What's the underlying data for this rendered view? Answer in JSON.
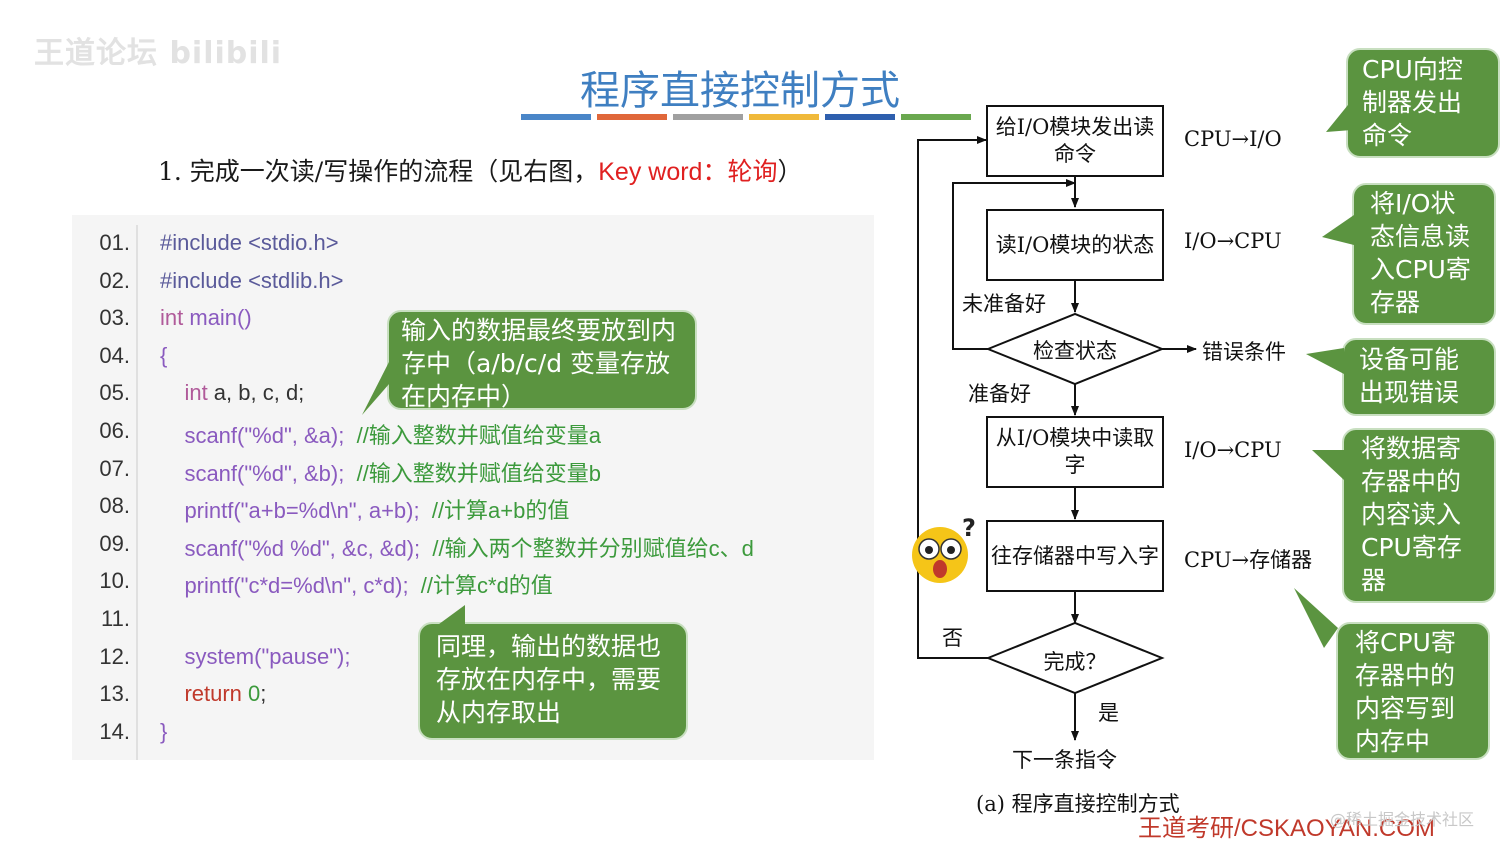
{
  "watermark": "王道论坛 bilibili",
  "title": "程序直接控制方式",
  "title_bar_colors": [
    "#4a86c8",
    "#e0673a",
    "#a0a0a0",
    "#f0b93a",
    "#2e5fae",
    "#6aa84f"
  ],
  "subtitle": {
    "prefix": "1. 完成一次读/写操作的流程（见右图，",
    "keyword": "Key word：轮询",
    "suffix": "）"
  },
  "code": {
    "lines": [
      {
        "num": "01.",
        "tokens": [
          {
            "t": "#include <stdio.h>",
            "c": "pp"
          }
        ]
      },
      {
        "num": "02.",
        "tokens": [
          {
            "t": "#include <stdlib.h>",
            "c": "pp"
          }
        ]
      },
      {
        "num": "03.",
        "tokens": [
          {
            "t": "int",
            "c": "kw"
          },
          {
            "t": " main()",
            "c": "fn"
          }
        ]
      },
      {
        "num": "04.",
        "tokens": [
          {
            "t": "{",
            "c": "fn"
          }
        ]
      },
      {
        "num": "05.",
        "tokens": [
          {
            "t": "    int",
            "c": "kw"
          },
          {
            "t": " a, b, c, d;",
            "c": "plain"
          }
        ]
      },
      {
        "num": "06.",
        "tokens": [
          {
            "t": "    scanf(\"%d\", &a);",
            "c": "fn"
          },
          {
            "t": "  //输入整数并赋值给变量a",
            "c": "cm"
          }
        ]
      },
      {
        "num": "07.",
        "tokens": [
          {
            "t": "    scanf(\"%d\", &b);",
            "c": "fn"
          },
          {
            "t": "  //输入整数并赋值给变量b",
            "c": "cm"
          }
        ]
      },
      {
        "num": "08.",
        "tokens": [
          {
            "t": "    printf(\"a+b=%d\\n\", a+b);",
            "c": "fn"
          },
          {
            "t": "  //计算a+b的值",
            "c": "cm"
          }
        ]
      },
      {
        "num": "09.",
        "tokens": [
          {
            "t": "    scanf(\"%d %d\", &c, &d);",
            "c": "fn"
          },
          {
            "t": "  //输入两个整数并分别赋值给c、d",
            "c": "cm"
          }
        ]
      },
      {
        "num": "10.",
        "tokens": [
          {
            "t": "    printf(\"c*d=%d\\n\", c*d);",
            "c": "fn"
          },
          {
            "t": "  //计算c*d的值",
            "c": "cm"
          }
        ]
      },
      {
        "num": "11.",
        "tokens": []
      },
      {
        "num": "12.",
        "tokens": [
          {
            "t": "    system(\"pause\");",
            "c": "fn"
          }
        ]
      },
      {
        "num": "13.",
        "tokens": [
          {
            "t": "    return",
            "c": "ret"
          },
          {
            "t": " 0",
            "c": "num"
          },
          {
            "t": ";",
            "c": "plain"
          }
        ]
      },
      {
        "num": "14.",
        "tokens": [
          {
            "t": "}",
            "c": "fn"
          }
        ]
      }
    ]
  },
  "callouts": {
    "input": "输入的数据最终要放到内存中（a/b/c/d 变量存放在内存中）",
    "output": "同理，输出的数据也存放在内存中，需要从内存取出",
    "cpu_cmd": "CPU向控制器发出命令",
    "read_status": "将I/O状态信息读入CPU寄存器",
    "error": "设备可能出现错误",
    "read_data": "将数据寄存器中的内容读入CPU寄存器",
    "write_mem": "将CPU寄存器中的内容写到内存中"
  },
  "flowchart": {
    "box1": "给I/O模块发出读命令",
    "box2": "读I/O模块的状态",
    "diamond1": "检查状态",
    "box3": "从I/O模块中读取字",
    "box4": "往存储器中写入字",
    "diamond2": "完成？",
    "end": "下一条指令",
    "not_ready": "未准备好",
    "ready": "准备好",
    "error_cond": "错误条件",
    "no": "否",
    "yes": "是",
    "dir1": "CPU→I/O",
    "dir2": "I/O→CPU",
    "dir3": "I/O→CPU",
    "dir4": "CPU→存储器",
    "caption": "(a) 程序直接控制方式"
  },
  "footer": {
    "brand": "王道考研/CSKAOYAN.COM",
    "watermark": "@稀土掘金技术社区"
  }
}
